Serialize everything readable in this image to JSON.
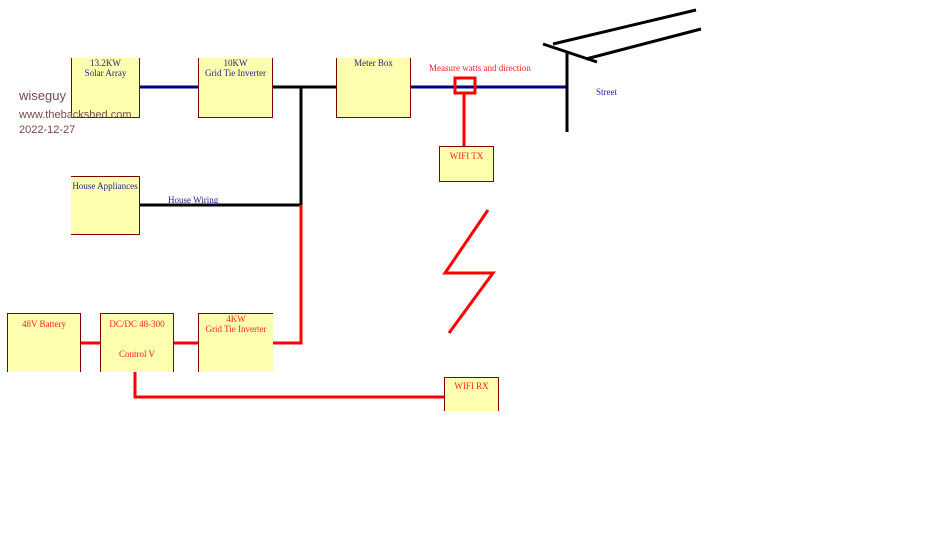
{
  "author": {
    "name": "wiseguy",
    "site": "www.thebackshed.com",
    "date": "2022-12-27"
  },
  "boxes": {
    "solar": {
      "line1": "13.2KW",
      "line2": "Solar Array"
    },
    "inverter10": {
      "line1": "10KW",
      "line2": "Grid Tie Inverter"
    },
    "meter": {
      "line1": "Meter Box"
    },
    "appliances": {
      "line1": "House Appliances"
    },
    "wifi_tx": {
      "line1": "WIFI TX"
    },
    "battery": {
      "line1": "48V Battery"
    },
    "dcdc": {
      "line1": "DC/DC 48-300",
      "line2": "Control V"
    },
    "inverter4": {
      "line1": "4KW",
      "line2": "Grid Tie Inverter"
    },
    "wifi_rx": {
      "line1": "WIFI RX"
    }
  },
  "labels": {
    "measure": "Measure watts and direction",
    "street": "Street",
    "house_wiring": "House Wiring"
  },
  "colors": {
    "ac_blue": "#000080",
    "black": "#000000",
    "red": "#ff0000",
    "box_fill": "#ffffb0",
    "box_border": "#800000"
  }
}
